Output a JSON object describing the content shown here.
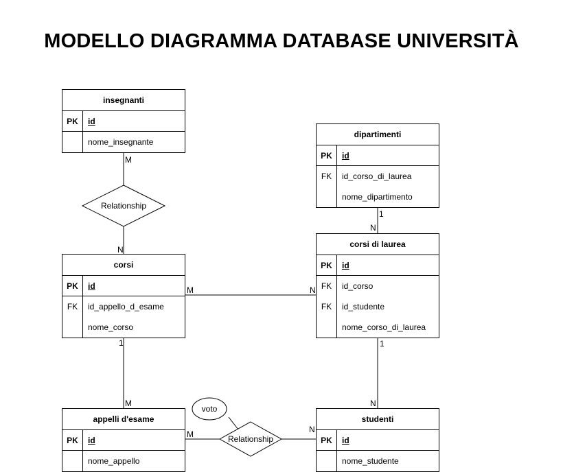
{
  "title": "MODELLO DIAGRAMMA DATABASE UNIVERSITÀ",
  "tables": {
    "insegnanti": {
      "name": "insegnanti",
      "rows": [
        {
          "key": "PK",
          "field": "id"
        },
        {
          "key": "",
          "field": "nome_insegnante"
        }
      ]
    },
    "dipartimenti": {
      "name": "dipartimenti",
      "rows": [
        {
          "key": "PK",
          "field": "id"
        },
        {
          "key": "FK",
          "field": "id_corso_di_laurea"
        },
        {
          "key": "",
          "field": "nome_dipartimento"
        }
      ]
    },
    "corsi": {
      "name": "corsi",
      "rows": [
        {
          "key": "PK",
          "field": "id"
        },
        {
          "key": "FK",
          "field": "id_appello_d_esame"
        },
        {
          "key": "",
          "field": "nome_corso"
        }
      ]
    },
    "corsi_di_laurea": {
      "name": "corsi di laurea",
      "rows": [
        {
          "key": "PK",
          "field": "id"
        },
        {
          "key": "FK",
          "field": "id_corso"
        },
        {
          "key": "FK",
          "field": "id_studente"
        },
        {
          "key": "",
          "field": "nome_corso_di_laurea"
        }
      ]
    },
    "appelli": {
      "name": "appelli d'esame",
      "rows": [
        {
          "key": "PK",
          "field": "id"
        },
        {
          "key": "",
          "field": "nome_appello"
        }
      ]
    },
    "studenti": {
      "name": "studenti",
      "rows": [
        {
          "key": "PK",
          "field": "id"
        },
        {
          "key": "",
          "field": "nome_studente"
        }
      ]
    }
  },
  "relationships": {
    "insegnanti_corsi": {
      "label": "Relationship",
      "from_card": "M",
      "to_card": "N"
    },
    "appelli_studenti": {
      "label": "Relationship",
      "from_card": "M",
      "to_card": "N",
      "attribute": "voto"
    },
    "dipartimenti_corsi_di_laurea": {
      "from_card": "1",
      "to_card": "N"
    },
    "corsi_corsi_di_laurea": {
      "from_card": "M",
      "to_card": "N"
    },
    "corsi_appelli": {
      "from_card": "1",
      "to_card": "M"
    },
    "corsi_di_laurea_studenti": {
      "from_card": "1",
      "to_card": "N"
    }
  }
}
